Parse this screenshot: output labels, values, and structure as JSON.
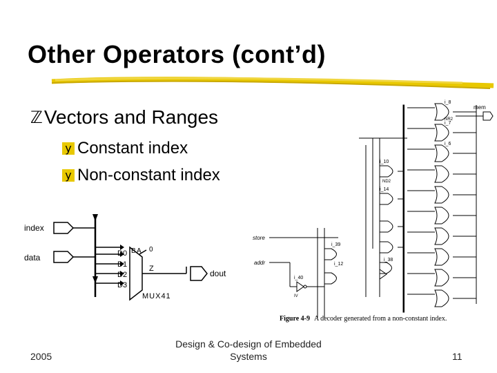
{
  "slide": {
    "title": "Other Operators (cont’d)",
    "bullet_level1": "Vectors and Ranges",
    "bullet_level2": [
      "Constant index",
      "Non-constant index"
    ],
    "bullet_icons": {
      "level1": "z-bullet-icon",
      "level2": "y-bullet-icon"
    },
    "accent_color": "#e8c800"
  },
  "mux_diagram": {
    "inputs": [
      "index",
      "data"
    ],
    "mux_ports": [
      "D0",
      "D1",
      "D2",
      "D3"
    ],
    "select_labels": [
      "B",
      "A",
      "0"
    ],
    "output_pin": "Z",
    "output": "dout",
    "component": "MUX41"
  },
  "decoder_diagram": {
    "inputs": [
      "store",
      "addr"
    ],
    "output": "mem",
    "gate_names": [
      "i_8",
      "i_7",
      "i_6",
      "i_10",
      "i_14",
      "i_39",
      "i_40",
      "i_12",
      "i_38"
    ],
    "gate_types": [
      "NR2",
      "ND2",
      "IV"
    ]
  },
  "caption": {
    "label": "Figure 4-9",
    "text": "A decoder generated from a non-constant index."
  },
  "footer": {
    "year": "2005",
    "center_line1": "Design & Co-design of Embedded",
    "center_line2": "Systems",
    "page_number": "11"
  }
}
